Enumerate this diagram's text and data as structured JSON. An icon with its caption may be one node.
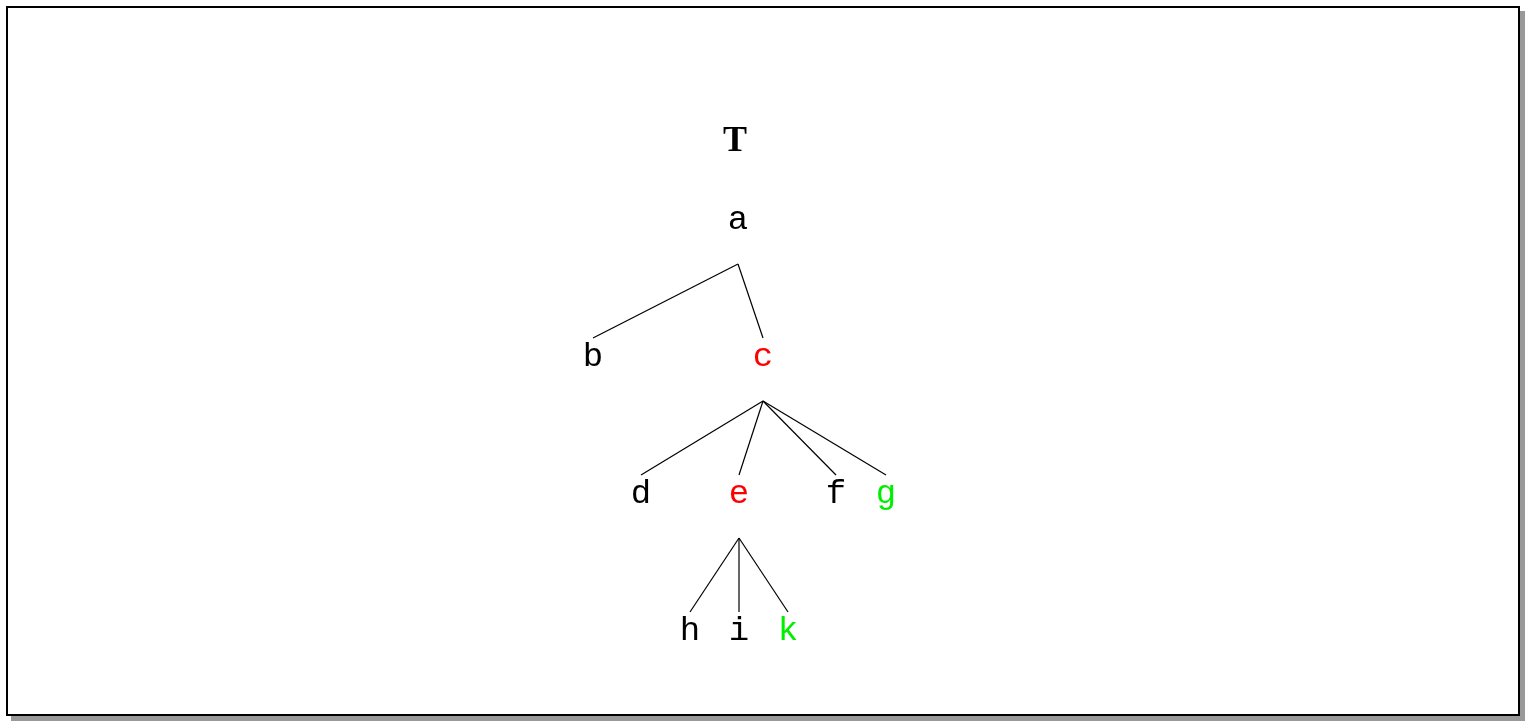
{
  "diagram": {
    "title": "T",
    "nodes": [
      {
        "text": [
          "a"
        ]
      },
      {
        "text": [
          "b"
        ]
      },
      {
        "text": [
          "c"
        ]
      },
      {
        "text": [
          "d"
        ]
      },
      {
        "text": [
          "e"
        ]
      },
      {
        "text": [
          "f"
        ]
      },
      {
        "text": [
          "g"
        ]
      },
      {
        "text": [
          "h"
        ]
      },
      {
        "text": [
          "i"
        ]
      },
      {
        "text": [
          "k"
        ]
      }
    ],
    "edges": [
      {
        "from": 0,
        "to": 1,
        "arrow": "none"
      },
      {
        "from": 0,
        "to": 2,
        "arrow": "none"
      },
      {
        "from": 2,
        "to": 3,
        "arrow": "none"
      },
      {
        "from": 2,
        "to": 4,
        "arrow": "none"
      },
      {
        "from": 2,
        "to": 5,
        "arrow": "none"
      },
      {
        "from": 2,
        "to": 6,
        "arrow": "none"
      },
      {
        "from": 4,
        "to": 7,
        "arrow": "none"
      },
      {
        "from": 4,
        "to": 8,
        "arrow": "none"
      },
      {
        "from": 4,
        "to": 9,
        "arrow": "none"
      }
    ]
  }
}
